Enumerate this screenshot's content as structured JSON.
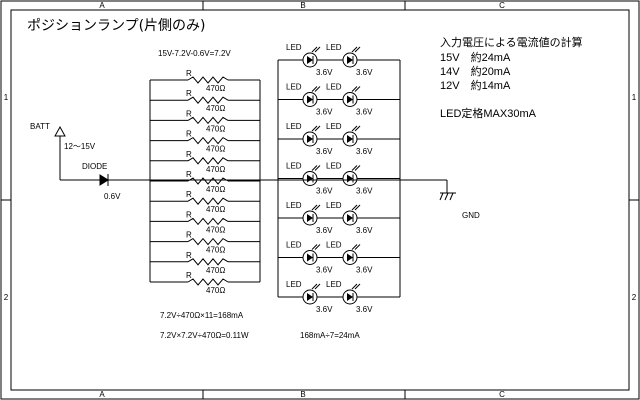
{
  "title": "ポジションランプ(片側のみ)",
  "frame": {
    "cols": [
      "A",
      "B",
      "C"
    ],
    "rows": [
      "1",
      "2"
    ]
  },
  "notes": {
    "header": "入力電圧による電流値の計算",
    "lines": [
      "15V　約24mA",
      "14V　約20mA",
      "12V　約14mA"
    ],
    "max": "LED定格MAX30mA"
  },
  "battery": {
    "label": "BATT",
    "voltage": "12～15V"
  },
  "diode": {
    "label": "DIODE",
    "drop": "0.6V"
  },
  "resistors": {
    "count": 11,
    "ref": "R",
    "value": "470Ω",
    "calc_top": "15V-7.2V-0.6V=7.2V",
    "calc_current": "7.2V÷470Ω×11=168mA",
    "calc_power": "7.2V×7.2V÷470Ω=0.11W"
  },
  "leds": {
    "rows": 7,
    "per_row": 2,
    "label": "LED",
    "vf": "3.6V",
    "calc": "168mA÷7=24mA"
  },
  "ground": {
    "label": "GND"
  }
}
